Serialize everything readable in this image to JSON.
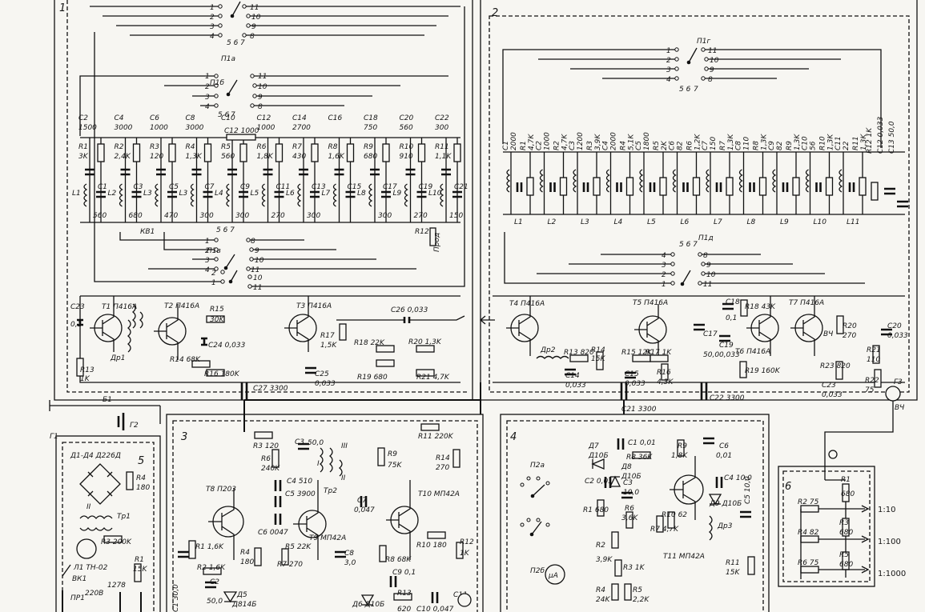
{
  "blocks": {
    "osc_block": "1",
    "amp_block": "2",
    "pre_block": "3",
    "det_block": "4",
    "pwr_block": "5",
    "att_block": "6"
  },
  "switches": {
    "p1a": "П1а",
    "p1b": "П1б",
    "p1v": "П1в",
    "p1g": "П1г",
    "p1d": "П1д",
    "p2a": "П2а",
    "p2b": "П2б"
  },
  "osc_columns": [
    {
      "c": "C2",
      "cv": "1500",
      "r": "R1",
      "rv": "3K",
      "l": "L1",
      "c2": "C1",
      "c2v": "560"
    },
    {
      "c": "C4",
      "cv": "3000",
      "r": "R2",
      "rv": "2,4K",
      "l": "L2",
      "c2": "C3",
      "c2v": "680"
    },
    {
      "c": "C6",
      "cv": "1000",
      "r": "R3",
      "rv": "120",
      "l": "L3",
      "c2": "C5",
      "c2v": "470"
    },
    {
      "c": "C8",
      "cv": "3000",
      "r": "R4",
      "rv": "1,3K",
      "l": "L3",
      "c2": "C7",
      "c2v": "300"
    },
    {
      "c": "C10",
      "cv": "",
      "r": "R5",
      "rv": "560",
      "l": "L4",
      "c2": "C9",
      "c2v": "300"
    },
    {
      "c": "C12",
      "cv": "1000",
      "r": "R6",
      "rv": "1,8K",
      "l": "L5",
      "c2": "C11",
      "c2v": "270"
    },
    {
      "c": "C14",
      "cv": "2700",
      "r": "R7",
      "rv": "430",
      "l": "L6",
      "c2": "C13",
      "c2v": "300"
    },
    {
      "c": "C16",
      "cv": "",
      "r": "R8",
      "rv": "1,6K",
      "l": "L7",
      "c2": "C15",
      "c2v": ""
    },
    {
      "c": "C18",
      "cv": "750",
      "r": "R9",
      "rv": "680",
      "l": "L8",
      "c2": "C17",
      "c2v": "300"
    },
    {
      "c": "C20",
      "cv": "560",
      "r": "R10",
      "rv": "910",
      "l": "L9",
      "c2": "C19",
      "c2v": "270"
    },
    {
      "c": "C22",
      "cv": "300",
      "r": "R11",
      "rv": "1,1K",
      "l": "L10",
      "c2": "C21",
      "c2v": "150"
    }
  ],
  "amp_columns": [
    {
      "c": "C1",
      "cv": "2000",
      "r": "R1",
      "rv": "4,7K",
      "l": "L1"
    },
    {
      "c": "C2",
      "cv": "1000",
      "r": "R2",
      "rv": "4,7K",
      "l": "L2"
    },
    {
      "c": "C3",
      "cv": "1200",
      "r": "R3",
      "rv": "3,9K",
      "l": "L3"
    },
    {
      "c": "C4",
      "cv": "2000",
      "r": "R4",
      "rv": "5,1K",
      "l": "L4"
    },
    {
      "c": "C5",
      "cv": "1800",
      "r": "R5",
      "rv": "2K",
      "l": "L5"
    },
    {
      "c": "C6",
      "cv": "82",
      "r": "R6",
      "rv": "1,2K",
      "l": "L6"
    },
    {
      "c": "C7",
      "cv": "150",
      "r": "R7",
      "rv": "1,3K",
      "l": "L7"
    },
    {
      "c": "C8",
      "cv": "110",
      "r": "R8",
      "rv": "1,3K",
      "l": "L8"
    },
    {
      "c": "C9",
      "cv": "82",
      "r": "R9",
      "rv": "1,3K",
      "l": "L9"
    },
    {
      "c": "C10",
      "cv": "56",
      "r": "R10",
      "rv": "1,3K",
      "l": "L10"
    },
    {
      "c": "C11",
      "cv": "22",
      "r": "R11",
      "rv": "1,3K",
      "l": "L11"
    }
  ],
  "osc_extra": {
    "kv": "КВ1",
    "c12": "C12 1000",
    "r12": "R12",
    "r12v": "Прод"
  },
  "amp_extra": {
    "r12": "R12 1K",
    "c12": "C12 0,033",
    "c13": "C13 50,0"
  },
  "osc_stage": {
    "t1": "T1 П416А",
    "t2": "T2 П416А",
    "t3": "T3 П416А",
    "c23": "C23",
    "c23v": "0,1",
    "r13": "R13",
    "r13v": "1K",
    "dr1": "Др1",
    "r15": "R15",
    "r15v": "30K",
    "c24": "C24 0,033",
    "r14": "R14 68K",
    "r16": "R16 180K",
    "r17": "R17",
    "r17v": "1,5K",
    "r18": "R18 22K",
    "r19": "R19 680",
    "r20": "R20 1,3K",
    "r21": "R21 4,7K",
    "c25": "C25",
    "c25v": "0,033",
    "c26": "C26 0,033",
    "c27": "C27 3300"
  },
  "amp_stage": {
    "t4": "T4 П416А",
    "t5": "T5 П416А",
    "t6": "T6 П416А",
    "t7": "T7 П416А",
    "dr2": "Др2",
    "r13": "R13 820",
    "r14": "R14",
    "r14v": "15K",
    "c14": "C14",
    "c14v": "0,033",
    "r15": "R15 12K",
    "c15": "C15",
    "c15v": "0,033",
    "r16": "R16",
    "r16v": "4,3K",
    "r17": "R17 1K",
    "c17": "C17",
    "c17v": "50,0",
    "c18": "C18",
    "c18v": "0,1",
    "r18": "R18 43K",
    "c19": "C19",
    "c19v": "0,033",
    "r19": "R19 160K",
    "r20": "R20",
    "r20v": "270",
    "c20": "C20",
    "c20v": "0,033",
    "r21": "R21",
    "r21v": "110",
    "r22": "R22",
    "r22v": "75",
    "r23": "R23 820",
    "c23": "C23",
    "c23v": "0,033",
    "c21": "C21 3300",
    "c22": "C22 3300",
    "vch": "ВЧ",
    "g3": "Г3",
    "vch_out": "ВЧ"
  },
  "pre_stage": {
    "t8": "T8 П203",
    "t9": "T9 МП42А",
    "t10": "T10 МП42А",
    "r3": "R3 120",
    "r6": "R6",
    "r6v": "240K",
    "c3": "C3",
    "c3v": "50,0",
    "c4": "C4 510",
    "c5": "C5 3900",
    "c6": "C6 0047",
    "tr2": "Tp2",
    "i": "I",
    "ii": "II",
    "iii": "III",
    "c7": "C7",
    "c7v": "0,047",
    "r9": "R9",
    "r9v": "75K",
    "r11": "R11 220K",
    "r14": "R14",
    "r14v": "270",
    "r1": "R1 1,6K",
    "r2": "R2 1,6K",
    "c1": "C1 30,0",
    "c2": "C2",
    "c2v": "50,0",
    "d5": "Д5",
    "d5v": "Д814Б",
    "r4": "R4",
    "r4v": "180",
    "r5": "R5 22K",
    "r7": "R7 270",
    "c8": "C8",
    "c8v": "3,0",
    "r8": "R8 68K",
    "r10": "R10 180",
    "r12": "R12",
    "r12v": "1K",
    "c9": "C9 0,1",
    "d6": "Д6 Д10Б",
    "r13": "R13",
    "r13v": "620",
    "c10": "C10 0,047",
    "c11": "C11"
  },
  "det_stage": {
    "t11": "T11 МП42А",
    "d7": "Д7",
    "d7v": "Д10Б",
    "d8": "Д8",
    "d8v": "Д10Б",
    "c1": "C1 0,01",
    "c2": "C2 0,01",
    "c3": "C3",
    "c3v": "10,0",
    "r1": "R1 680",
    "r2": "R2",
    "r2v": "3,9K",
    "r3": "R3 1K",
    "r4": "R4",
    "r4v": "24K",
    "r5": "R5",
    "r5v": "2,2K",
    "r6": "R6",
    "r6v": "3,6K",
    "r7": "R7 4,7K",
    "r8": "R8 36K",
    "r9": "R9",
    "r9v": "1,8K",
    "r10": "R10 62",
    "r11": "R11",
    "r11v": "15K",
    "c4": "C4 10,0",
    "c5": "C5 10,0",
    "c6": "C6",
    "c6v": "0,01",
    "d9": "Д9 Д10Б",
    "dr3": "Др3",
    "meter": "µA"
  },
  "pwr_stage": {
    "g1": "Г1",
    "g2": "Г2",
    "b1": "Б1",
    "diodes": "Д1-Д4 Д226Д",
    "r4": "R4",
    "r4v": "180",
    "tr1": "Tp1",
    "ii": "II",
    "r3": "R3 200K",
    "lamp": "Л1 TH-02",
    "vk1": "ВК1",
    "pr1": "ПР1",
    "r1": "R1",
    "r1v": "15K",
    "v220": "220В",
    "r278": "1278"
  },
  "att_stage": {
    "r1": "R1",
    "r1v": "680",
    "r2": "R2 75",
    "r3": "R3",
    "r3v": "680",
    "r4": "R4 82",
    "r5": "R5",
    "r5v": "680",
    "r6": "R6 75",
    "out1": "1:10",
    "out2": "1:100",
    "out3": "1:1000"
  }
}
